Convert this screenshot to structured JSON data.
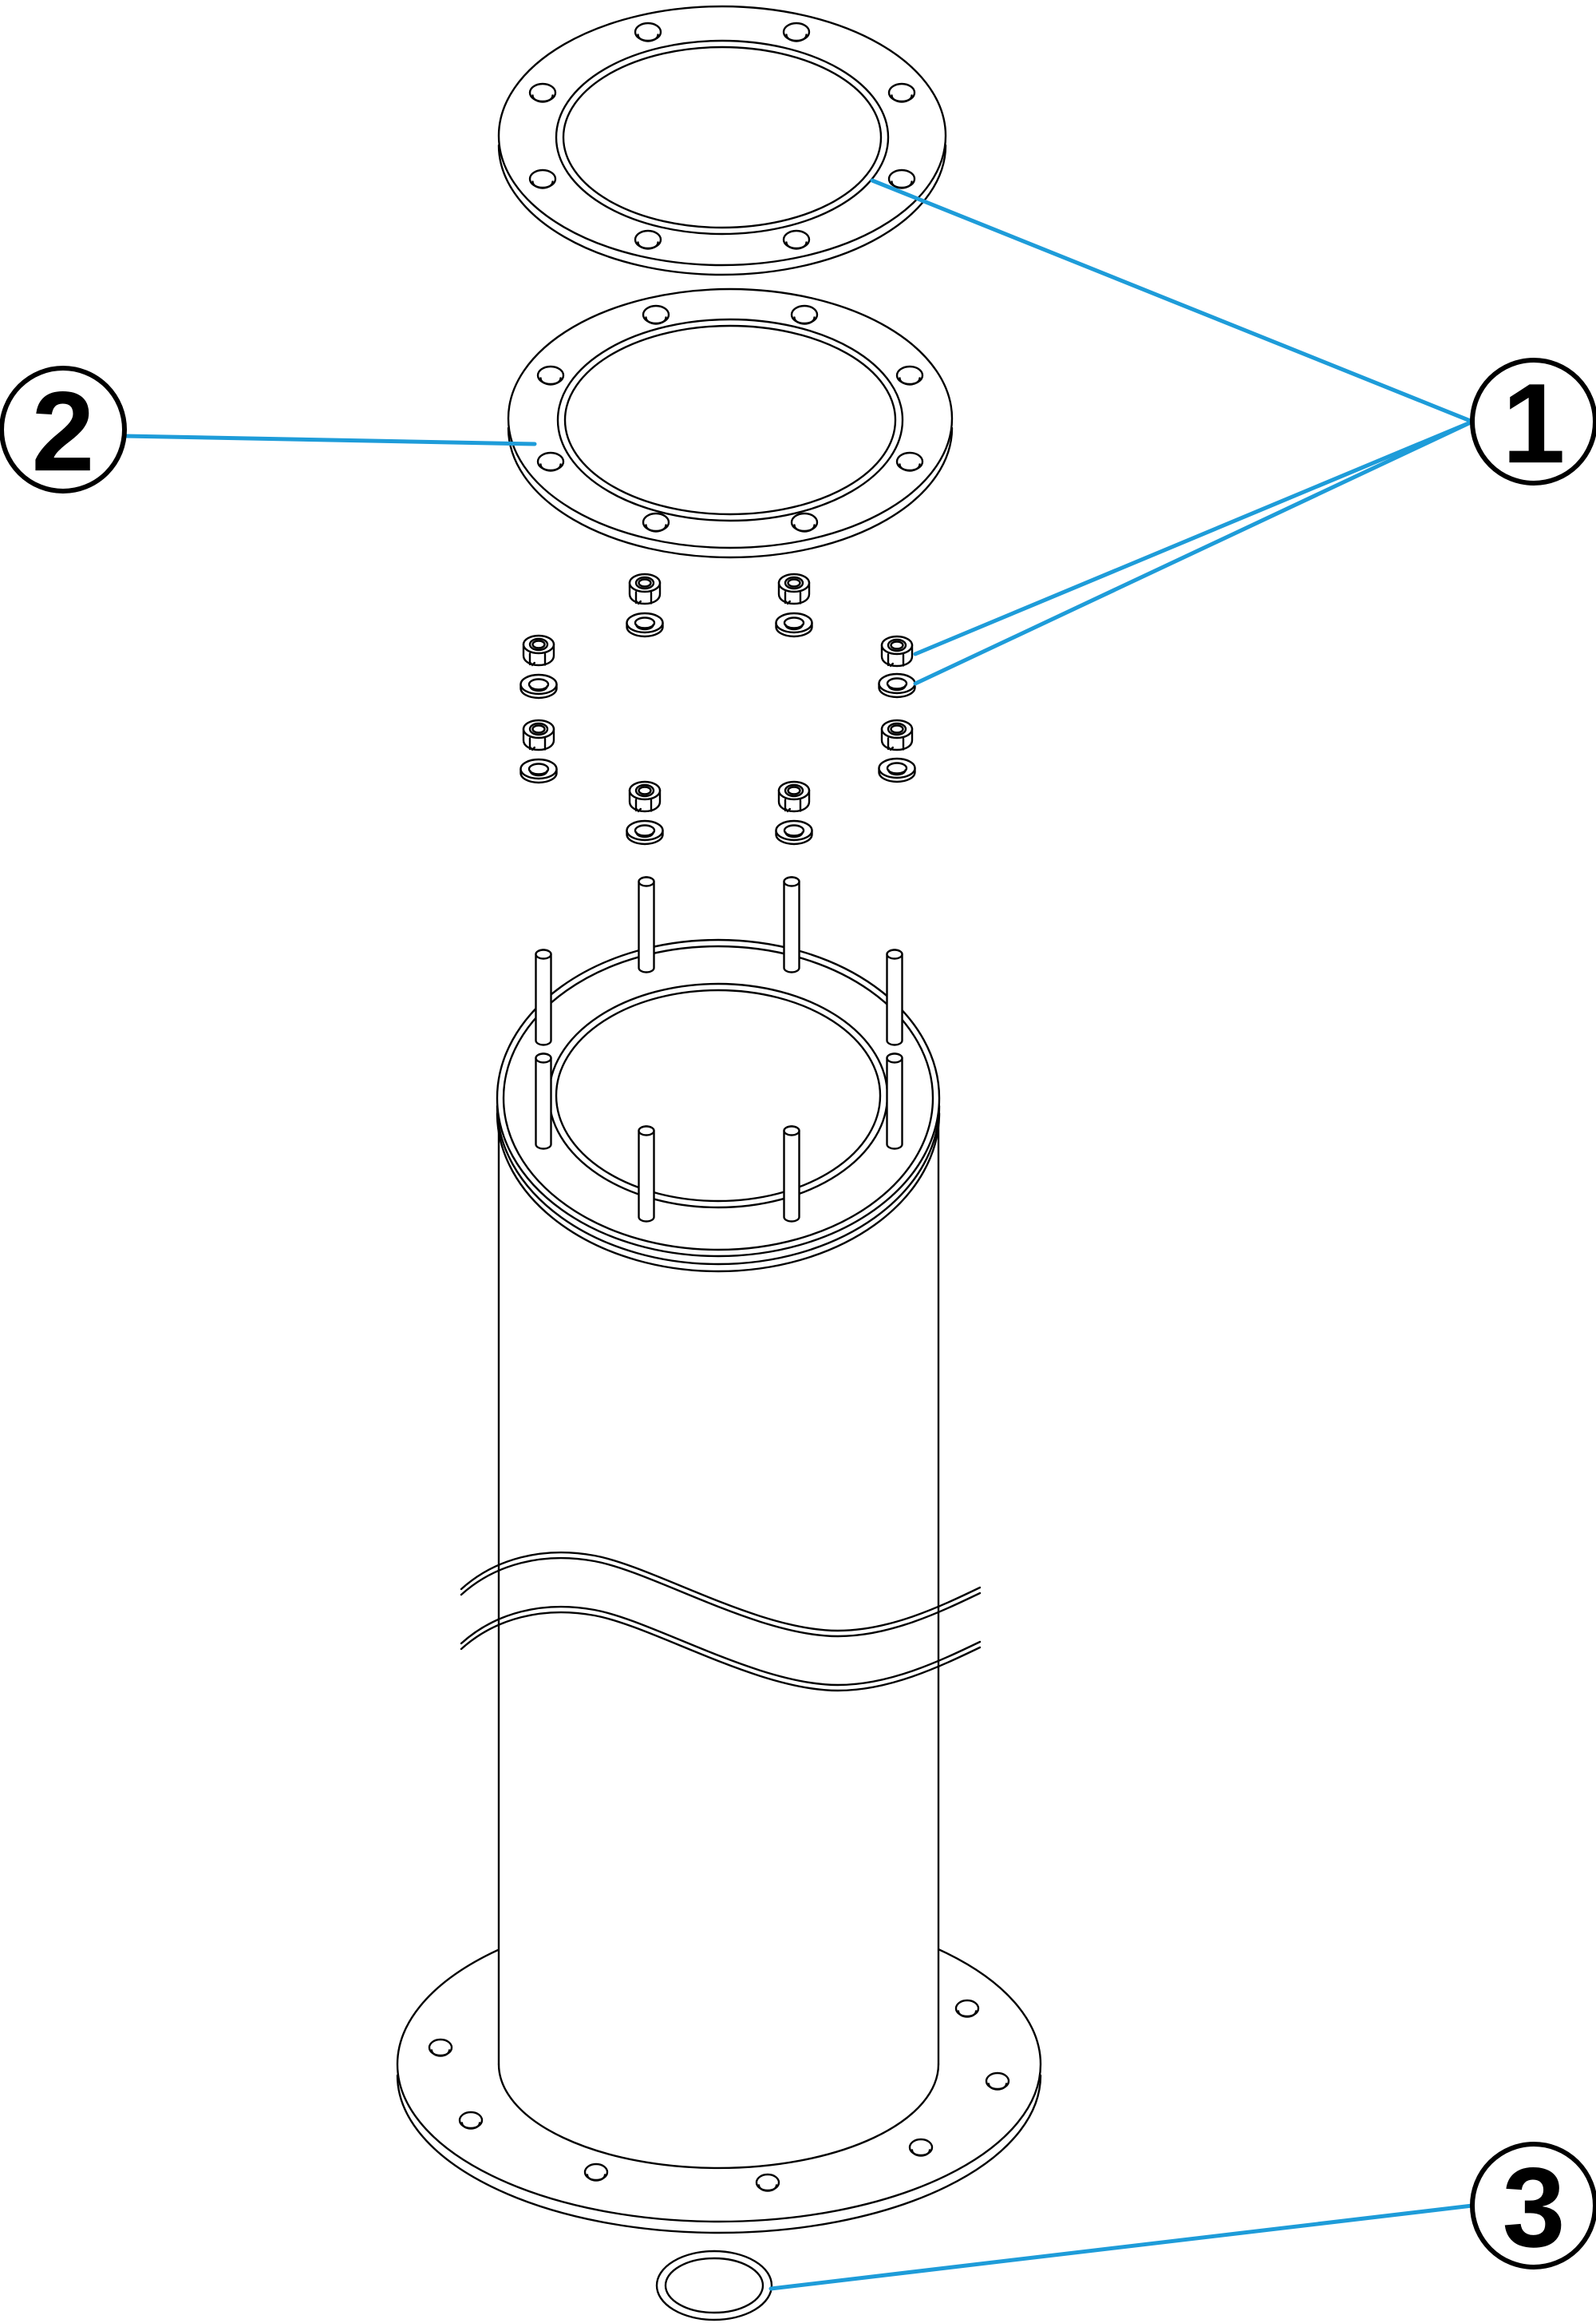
{
  "diagram_type": "exploded-parts-diagram",
  "callouts": [
    {
      "number": "1"
    },
    {
      "number": "2"
    },
    {
      "number": "3"
    }
  ],
  "colors": {
    "line": "#000000",
    "leader": "#1E9CD9",
    "background": "#FFFFFF",
    "callout_text": "#000000"
  }
}
